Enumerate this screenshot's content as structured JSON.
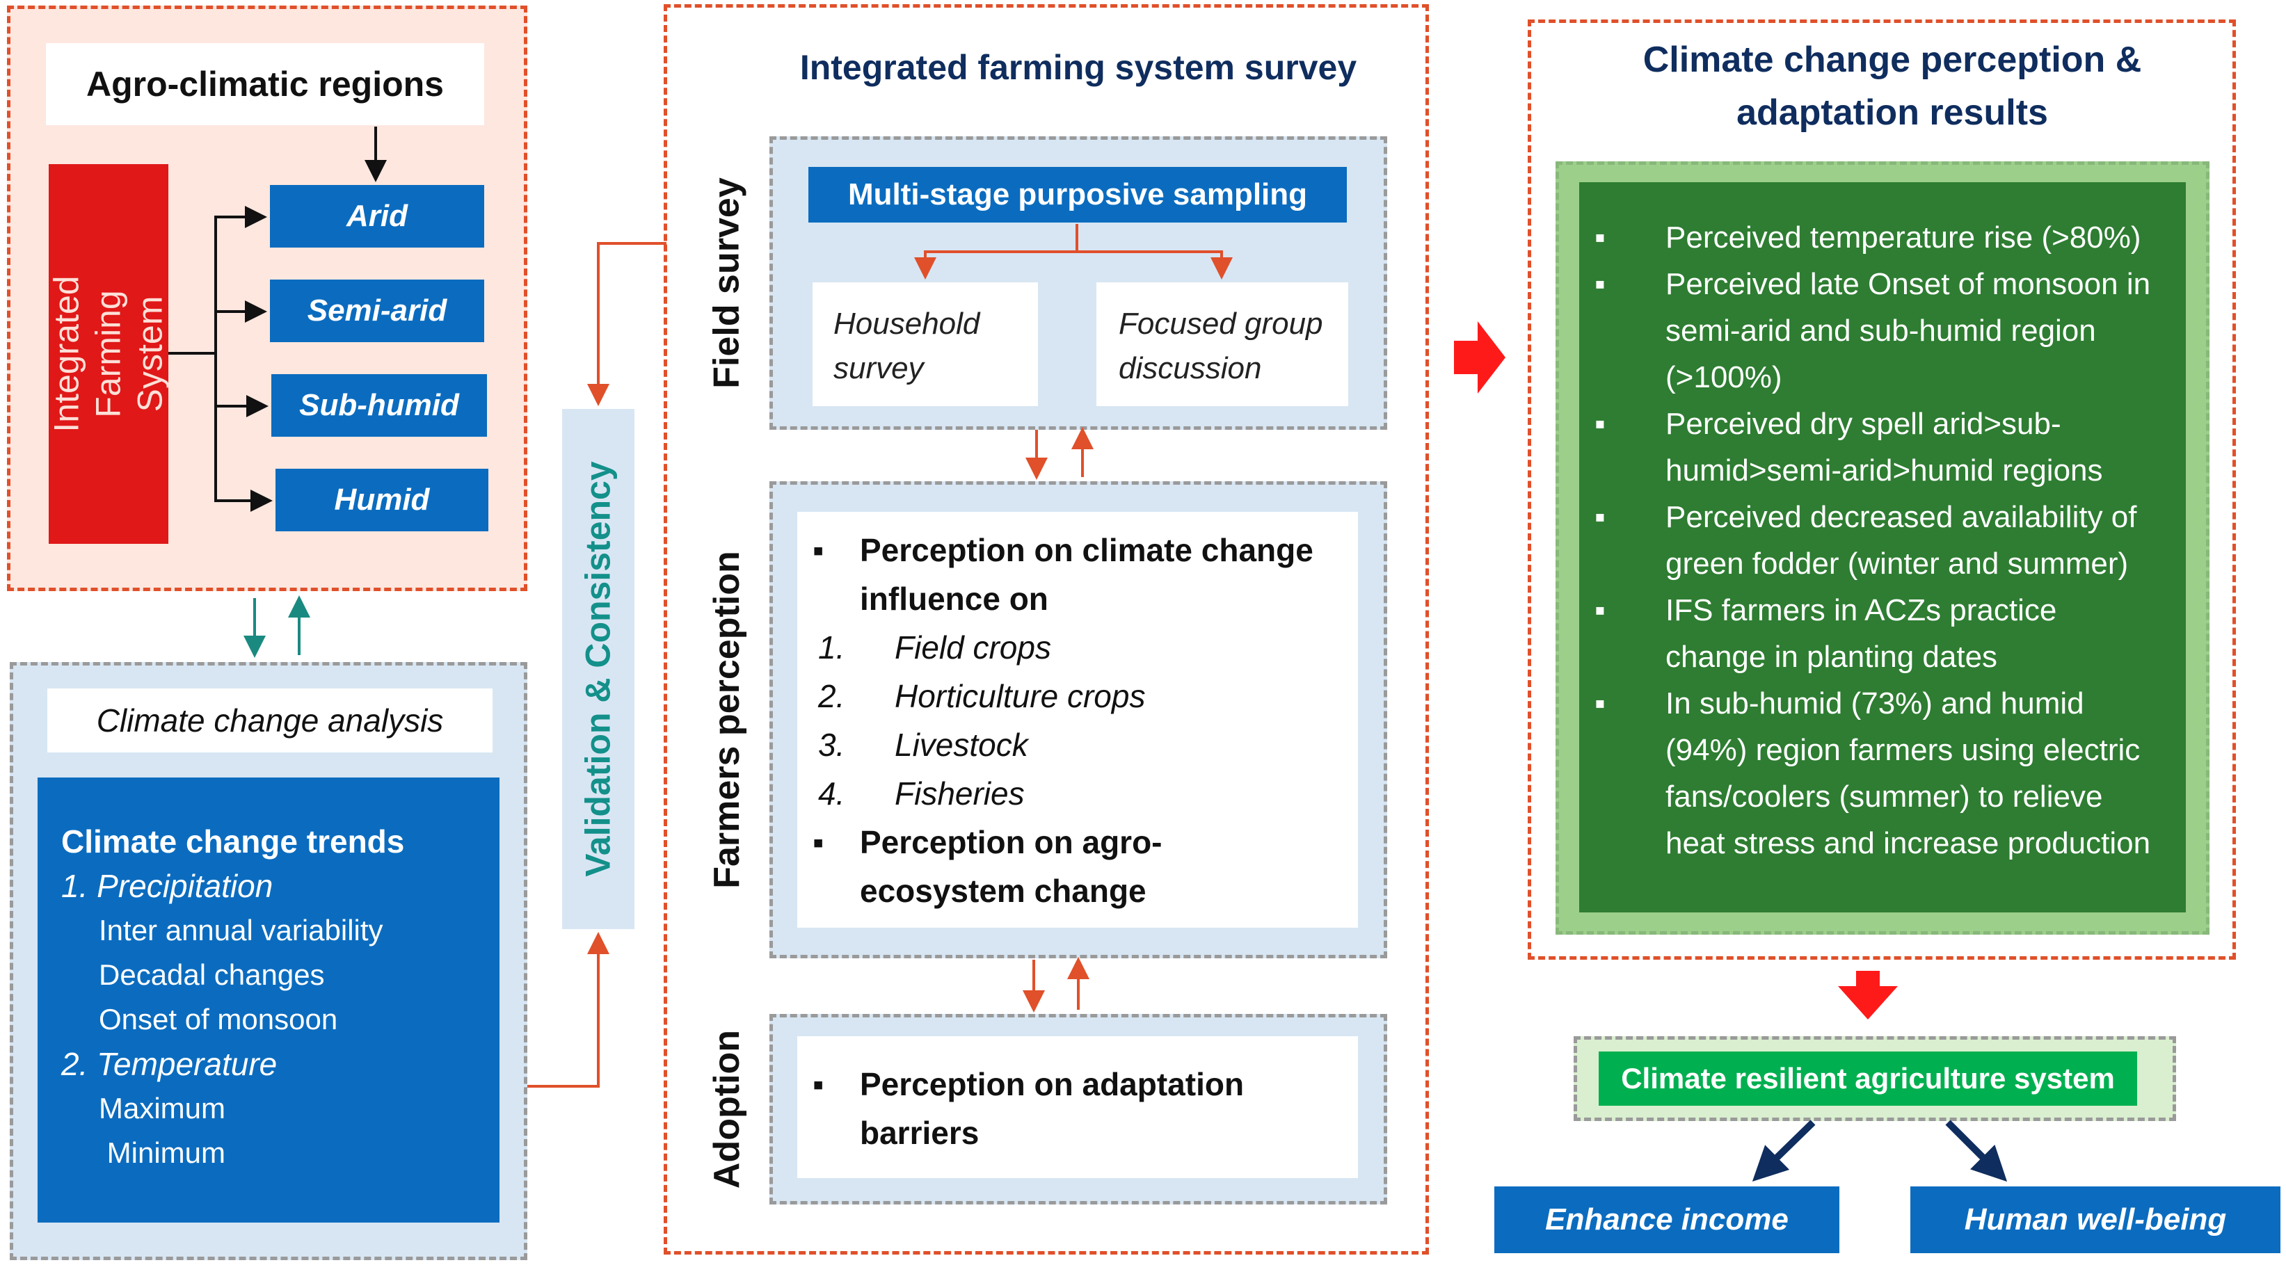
{
  "left": {
    "regions_title": "Agro-climatic regions",
    "ifs_label": "Integrated Farming System",
    "regions": [
      "Arid",
      "Semi-arid",
      "Sub-humid",
      "Humid"
    ],
    "analysis_title": "Climate change analysis",
    "trends": {
      "heading": "Climate change trends",
      "precip_label": "1. Precipitation",
      "precip_items": [
        "Inter annual variability",
        "Decadal changes",
        "Onset of monsoon"
      ],
      "temp_label": "2. Temperature",
      "temp_items": [
        "Maximum",
        " Minimum"
      ]
    }
  },
  "validation_label": "Validation & Consistency",
  "middle": {
    "title": "Integrated farming system survey",
    "field_survey_label": "Field survey",
    "sampling_label": "Multi-stage purposive sampling",
    "household_label": "Household survey",
    "fgd_label": "Focused group discussion",
    "farmers_perception_label": "Farmers perception",
    "perception_heading": "Perception on climate change influence on",
    "perception_items": [
      {
        "num": "1.",
        "text": "Field crops"
      },
      {
        "num": "2.",
        "text": "Horticulture crops"
      },
      {
        "num": "3.",
        "text": "Livestock"
      },
      {
        "num": "4.",
        "text": "Fisheries"
      }
    ],
    "agro_heading": "Perception on agro-ecosystem change",
    "adoption_label": "Adoption",
    "adaptation_heading": "Perception on adaptation barriers"
  },
  "right": {
    "title": "Climate change perception & adaptation results",
    "results": [
      "Perceived temperature rise (>80%)",
      "Perceived late Onset of monsoon in semi-arid and sub-humid region (>100%)",
      "Perceived dry spell arid>sub-humid>semi-arid>humid  regions",
      "Perceived decreased availability of green fodder (winter and summer)",
      "IFS farmers in ACZs practice change in planting dates",
      "In sub-humid (73%) and humid (94%) region farmers using electric fans/coolers (summer) to relieve heat stress and increase production"
    ],
    "resilient_label": "Climate resilient agriculture system",
    "outcomes": [
      "Enhance income",
      "Human well-being"
    ]
  },
  "colors": {
    "dashed_border": "#e0502a",
    "red_fill": "#e01818",
    "blue_fill": "#0b6cbf",
    "light_blue": "#d8e6f3",
    "peach": "#fde7df",
    "dark_green": "#2e7d32",
    "bright_green": "#00b050",
    "navy_title": "#0f2d5e",
    "teal_arrow": "#1a8a80"
  }
}
